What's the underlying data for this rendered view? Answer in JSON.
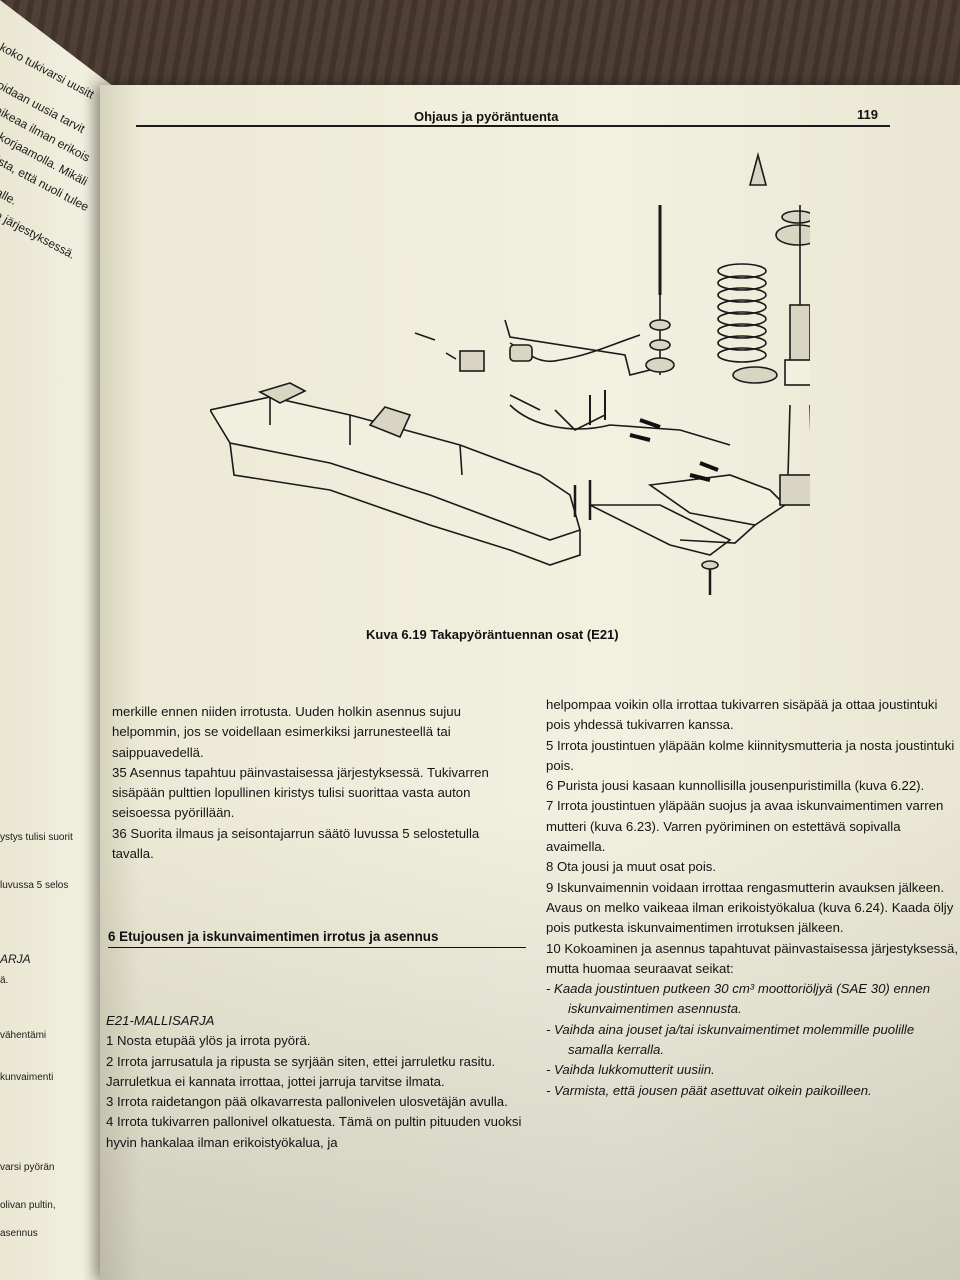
{
  "header": {
    "title": "Ohjaus ja pyöräntuenta",
    "page_number": "119"
  },
  "left_page_fragments": [
    "koko tukivarsi uusitt",
    "voidaan uusia tarvit",
    "vaikeaa ilman erikois",
    "a korjaamolla. Mikäli",
    "nista, että nuoli tulee",
    "dalle.",
    "sa järjestyksessä."
  ],
  "left_page_margin": [
    "ystys tulisi suorit",
    "luvussa 5 selos",
    "ARJA",
    "ä.",
    "vähentämi",
    "kunvaimenti",
    "varsi pyörän",
    "olivan pultin,",
    "asennus"
  ],
  "figure": {
    "caption": "Kuva 6.19 Takapyöräntuennan osat (E21)"
  },
  "col1": [
    "merkille ennen niiden irrotusta. Uuden holkin asennus sujuu helpommin, jos se voidellaan esimerkiksi jarrunesteellä tai saippuavedellä.",
    "35 Asennus tapahtuu päinvastaisessa järjestyksessä. Tukivarren sisäpään pulttien lopullinen kiristys tulisi suorittaa vasta auton seisoessa pyörillään.",
    "36 Suorita ilmaus ja seisontajarrun säätö luvussa 5 selostetulla tavalla."
  ],
  "section": {
    "title": "6 Etujousen ja iskunvaimentimen irrotus ja asennus",
    "subtitle": "E21-MALLISARJA",
    "items": [
      "1 Nosta etupää ylös ja irrota pyörä.",
      "2 Irrota jarrusatula ja ripusta se syrjään siten, ettei jarruletku rasitu. Jarruletkua ei kannata irrottaa, jottei jarruja tarvitse ilmata.",
      "3 Irrota raidetangon pää olkavarresta pallonivelen ulosvetäjän avulla.",
      "4 Irrota tukivarren pallonivel olkatuesta. Tämä on pultin pituuden vuoksi hyvin hankalaa ilman erikoistyökalua, ja"
    ]
  },
  "col2": [
    "helpompaa voikin olla irrottaa tukivarren sisäpää ja ottaa joustintuki pois yhdessä tukivarren kanssa.",
    "5 Irrota joustintuen yläpään kolme kiinnitysmutteria ja nosta joustintuki pois.",
    "6 Purista jousi kasaan kunnollisilla jousenpuristimilla (kuva 6.22).",
    "7 Irrota joustintuen yläpään suojus ja avaa iskunvaimentimen varren mutteri (kuva 6.23). Varren pyöriminen on estettävä sopivalla avaimella.",
    "8 Ota jousi ja muut osat pois.",
    "9 Iskunvaimennin voidaan irrottaa rengasmutterin avauksen jälkeen. Avaus on melko vaikeaa ilman erikoistyökalua (kuva 6.24). Kaada öljy pois putkesta iskunvaimentimen irrotuksen jälkeen.",
    "10 Kokoaminen ja asennus tapahtuvat päinvastaisessa järjestyksessä, mutta huomaa seuraavat seikat:"
  ],
  "bullets": [
    "- Kaada joustintuen putkeen 30 cm³ moottoriöljyä (SAE 30) ennen iskunvaimentimen asennusta.",
    "- Vaihda aina jouset ja/tai iskunvaimentimet molemmille puolille samalla kerralla.",
    "- Vaihda lukkomutterit uusiin.",
    "- Varmista, että jousen päät asettuvat oikein paikoilleen."
  ]
}
